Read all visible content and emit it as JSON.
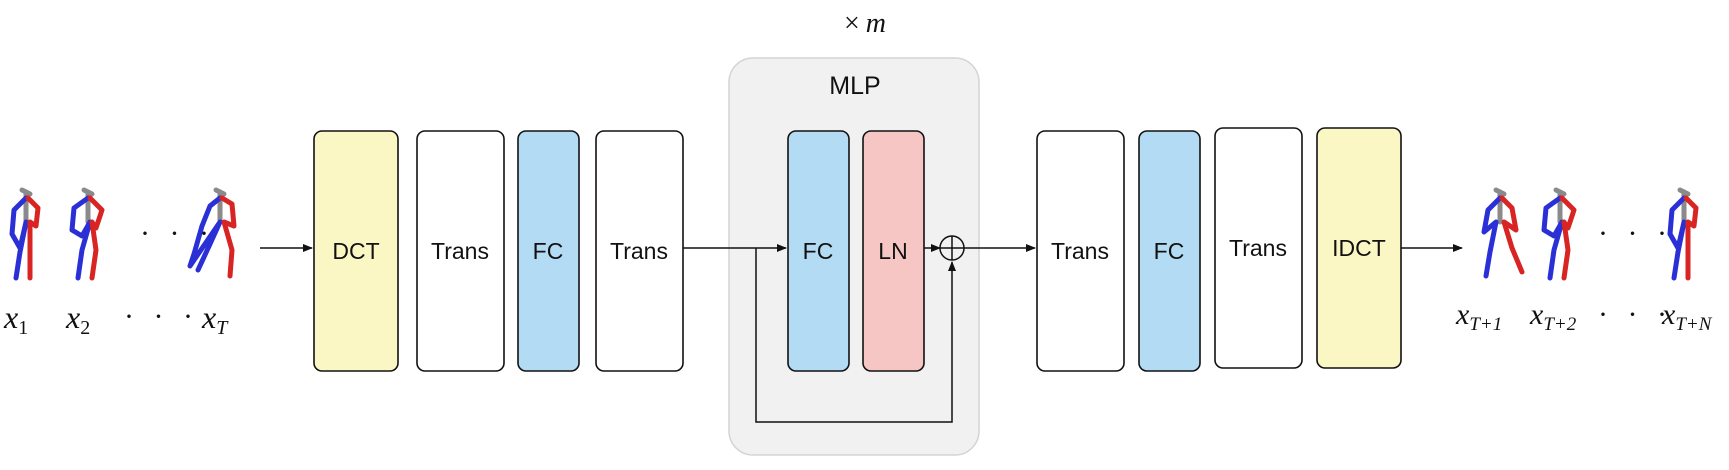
{
  "repeat_label": {
    "symbol": "×",
    "var": "m"
  },
  "mlp_block": {
    "title": "MLP",
    "fc_label": "FC",
    "ln_label": "LN",
    "fc_color": "#b3dcf4",
    "ln_color": "#f5c6c4",
    "bg_color": "#f1f1f1"
  },
  "encoder_blocks": [
    {
      "label": "DCT",
      "color": "#fbf7c4"
    },
    {
      "label": "Trans",
      "color": "#ffffff"
    },
    {
      "label": "FC",
      "color": "#b3dcf4"
    },
    {
      "label": "Trans",
      "color": "#ffffff"
    }
  ],
  "decoder_blocks": [
    {
      "label": "Trans",
      "color": "#ffffff"
    },
    {
      "label": "FC",
      "color": "#b3dcf4"
    },
    {
      "label": "Trans",
      "color": "#ffffff"
    },
    {
      "label": "IDCT",
      "color": "#fbf7c4"
    }
  ],
  "inputs": {
    "labels": [
      {
        "base": "x",
        "sub": "1"
      },
      {
        "base": "x",
        "sub": "2"
      },
      {
        "base": "x",
        "sub": "T"
      }
    ],
    "ellipsis": "· · ·"
  },
  "outputs": {
    "labels": [
      {
        "base": "x",
        "sub": "T+1"
      },
      {
        "base": "x",
        "sub": "T+2"
      },
      {
        "base": "x",
        "sub": "T+N"
      }
    ],
    "ellipsis": "· · ·"
  },
  "skeleton_colors": {
    "left": "#2a2fd6",
    "right": "#d92424",
    "spine": "#8a8a8a"
  }
}
